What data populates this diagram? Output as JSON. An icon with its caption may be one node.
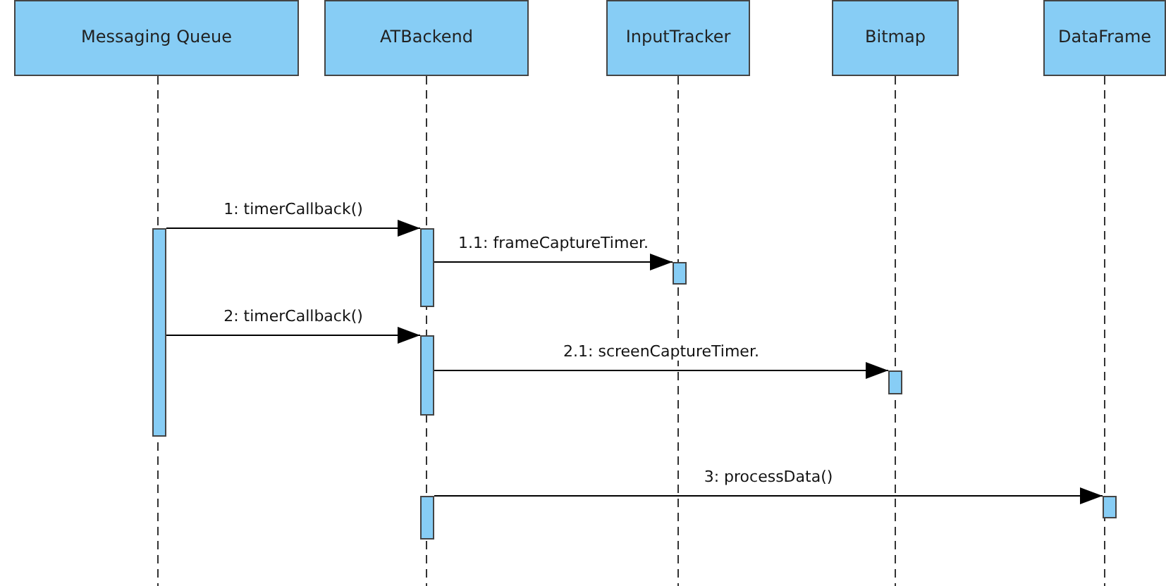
{
  "diagram": {
    "nodes": [
      {
        "text": [
          "Messaging Queue"
        ]
      },
      {
        "text": [
          "ATBackend"
        ]
      },
      {
        "text": [
          "InputTracker"
        ]
      },
      {
        "text": [
          "Bitmap"
        ]
      },
      {
        "text": [
          "DataFrame"
        ]
      },
      {
        "text": [],
        "shape": "bar"
      },
      {
        "text": [],
        "shape": "bar"
      },
      {
        "text": [],
        "shape": "bar"
      },
      {
        "text": [],
        "shape": "bar"
      },
      {
        "text": [],
        "shape": "bar"
      },
      {
        "text": [],
        "shape": "bar"
      },
      {
        "text": [],
        "shape": "bar"
      }
    ],
    "edges": [
      {
        "from": 5,
        "to": 6,
        "arrow": "to",
        "label": "1: timerCallback()"
      },
      {
        "from": 6,
        "to": 7,
        "arrow": "to",
        "label": "1.1: frameCaptureTimer."
      },
      {
        "from": 5,
        "to": 8,
        "arrow": "to",
        "label": "2: timerCallback()"
      },
      {
        "from": 8,
        "to": 9,
        "arrow": "to",
        "label": "2.1: screenCaptureTimer."
      },
      {
        "from": 10,
        "to": 11,
        "arrow": "to",
        "label": "3: processData()"
      }
    ]
  }
}
